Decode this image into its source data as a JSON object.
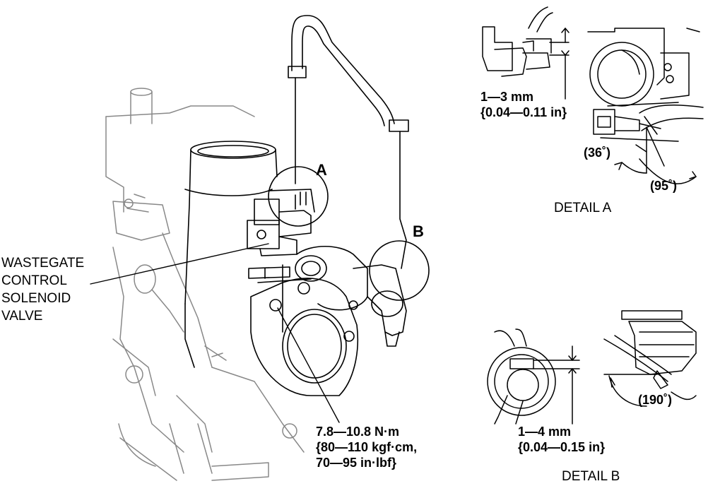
{
  "labels": {
    "part_name": [
      "WASTEGATE",
      "CONTROL",
      "SOLENOID",
      "VALVE"
    ],
    "callout_a": "A",
    "callout_b": "B",
    "torque": [
      "7.8—10.8 N·m",
      "{80—110 kgf·cm,",
      "70—95 in·lbf}"
    ]
  },
  "detail_a": {
    "title": "DETAIL A",
    "gap": [
      "1—3 mm",
      "{0.04—0.11 in}"
    ],
    "angle_small": "(36˚)",
    "angle_large": "(95˚)"
  },
  "detail_b": {
    "title": "DETAIL B",
    "gap": [
      "1—4 mm",
      "{0.04—0.15 in}"
    ],
    "angle": "(190˚)"
  }
}
